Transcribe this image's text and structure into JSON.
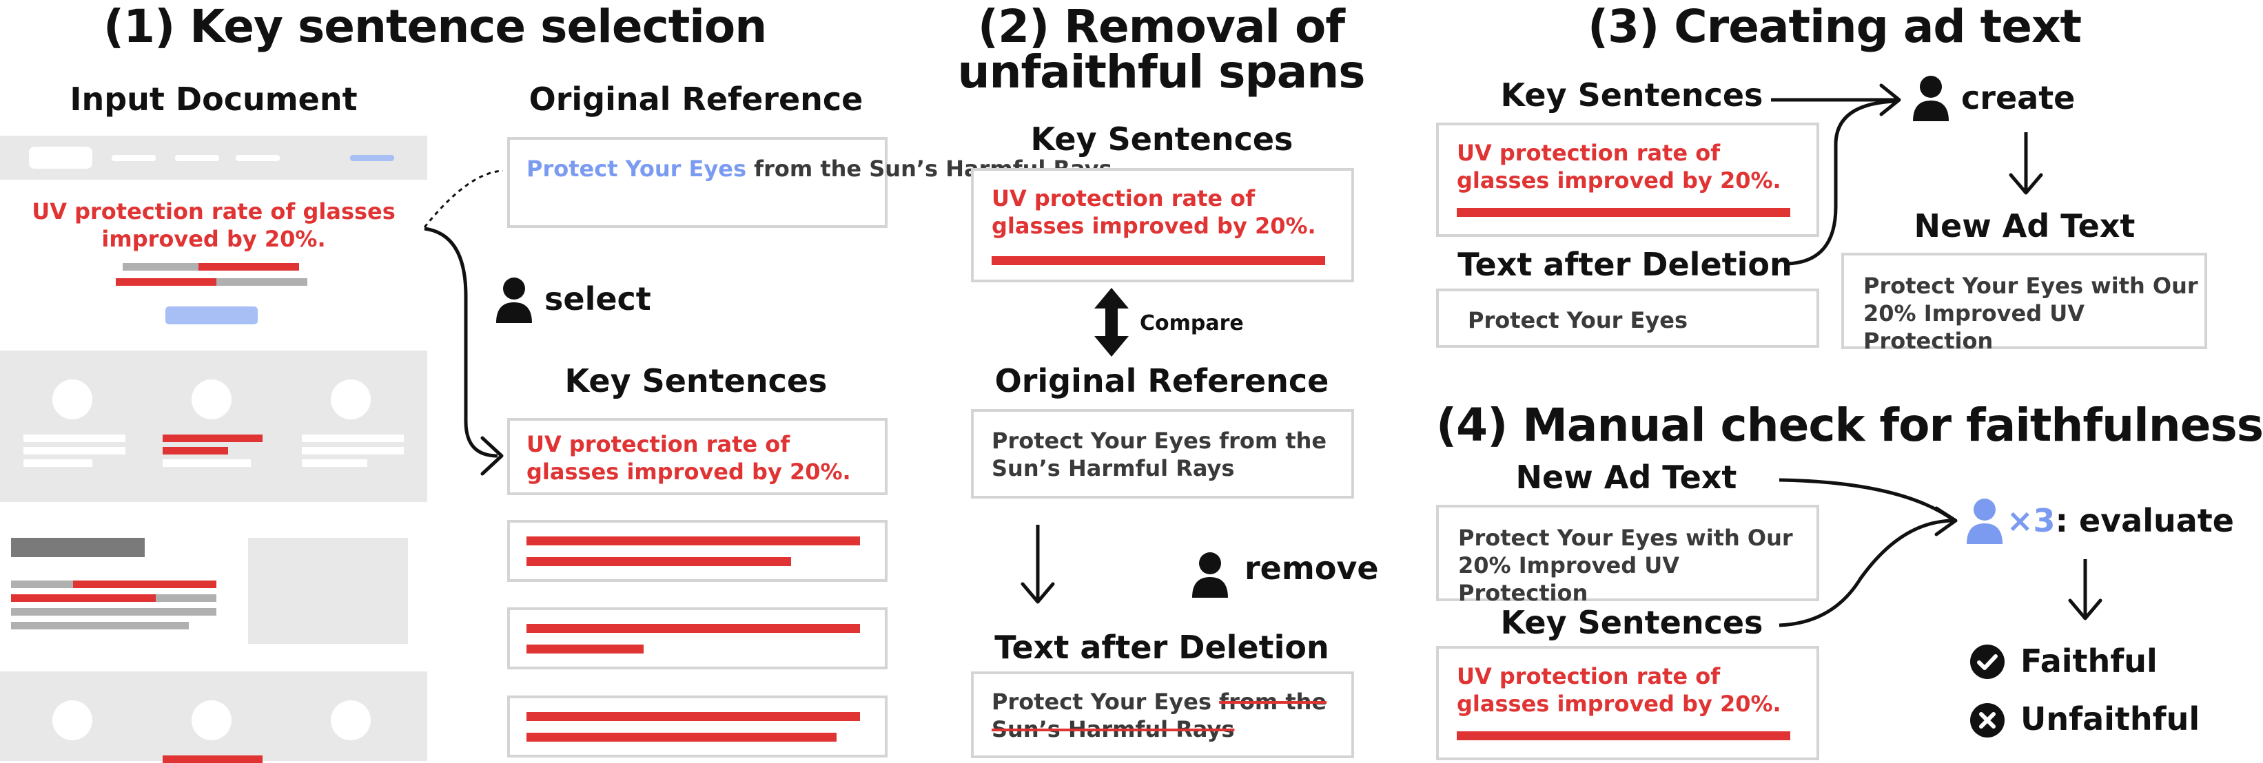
{
  "panel1": {
    "title": "(1) Key sentence selection",
    "input_document_label": "Input Document",
    "original_reference_label": "Original Reference",
    "doc_headline": "UV protection rate of glasses improved by 20%.",
    "ref_blue": "Protect Your Eyes",
    "ref_rest": " from the Sun’s Harmful Rays",
    "select_label": "select",
    "key_sentences_label": "Key Sentences",
    "key_sentence_1": "UV protection rate of glasses improved by 20%."
  },
  "panel2": {
    "title_line1": "(2) Removal of",
    "title_line2": "unfaithful spans",
    "key_sentences_label": "Key Sentences",
    "key_sentence": "UV protection rate of glasses improved by 20%.",
    "compare_label": "Compare",
    "original_reference_label": "Original Reference",
    "original_reference": "Protect Your Eyes from the Sun’s Harmful Rays",
    "remove_label": "remove",
    "text_after_deletion_label": "Text after Deletion",
    "kept_text": "Protect Your Eyes ",
    "struck_line1": "from the",
    "struck_line2": "Sun’s Harmful Rays"
  },
  "panel3": {
    "title": "(3) Creating ad text",
    "key_sentences_label": "Key Sentences",
    "key_sentence": "UV protection rate of glasses improved by 20%.",
    "create_label": "create",
    "text_after_deletion_label": "Text after Deletion",
    "text_after_deletion": "Protect Your Eyes",
    "new_ad_text_label": "New Ad Text",
    "new_ad_text": "Protect Your Eyes with Our 20% Improved UV Protection"
  },
  "panel4": {
    "title": "(4) Manual check for faithfulness",
    "new_ad_text_label": "New Ad Text",
    "new_ad_text": "Protect Your Eyes with Our 20% Improved UV Protection",
    "key_sentences_label": "Key Sentences",
    "key_sentence": "UV protection rate of glasses improved by 20%.",
    "multiplier": "×3",
    "evaluate_label": ": evaluate",
    "faithful_label": "Faithful",
    "unfaithful_label": "Unfaithful"
  },
  "colors": {
    "highlight_red": "#e03434",
    "highlight_blue": "#7b9bf0",
    "box_border": "#d4d4d4",
    "mock_gray": "#e8e8e8"
  },
  "icons": [
    "person-icon",
    "person-group-icon",
    "check-circle-icon",
    "x-circle-icon",
    "arrow-icon",
    "double-arrow-icon"
  ]
}
